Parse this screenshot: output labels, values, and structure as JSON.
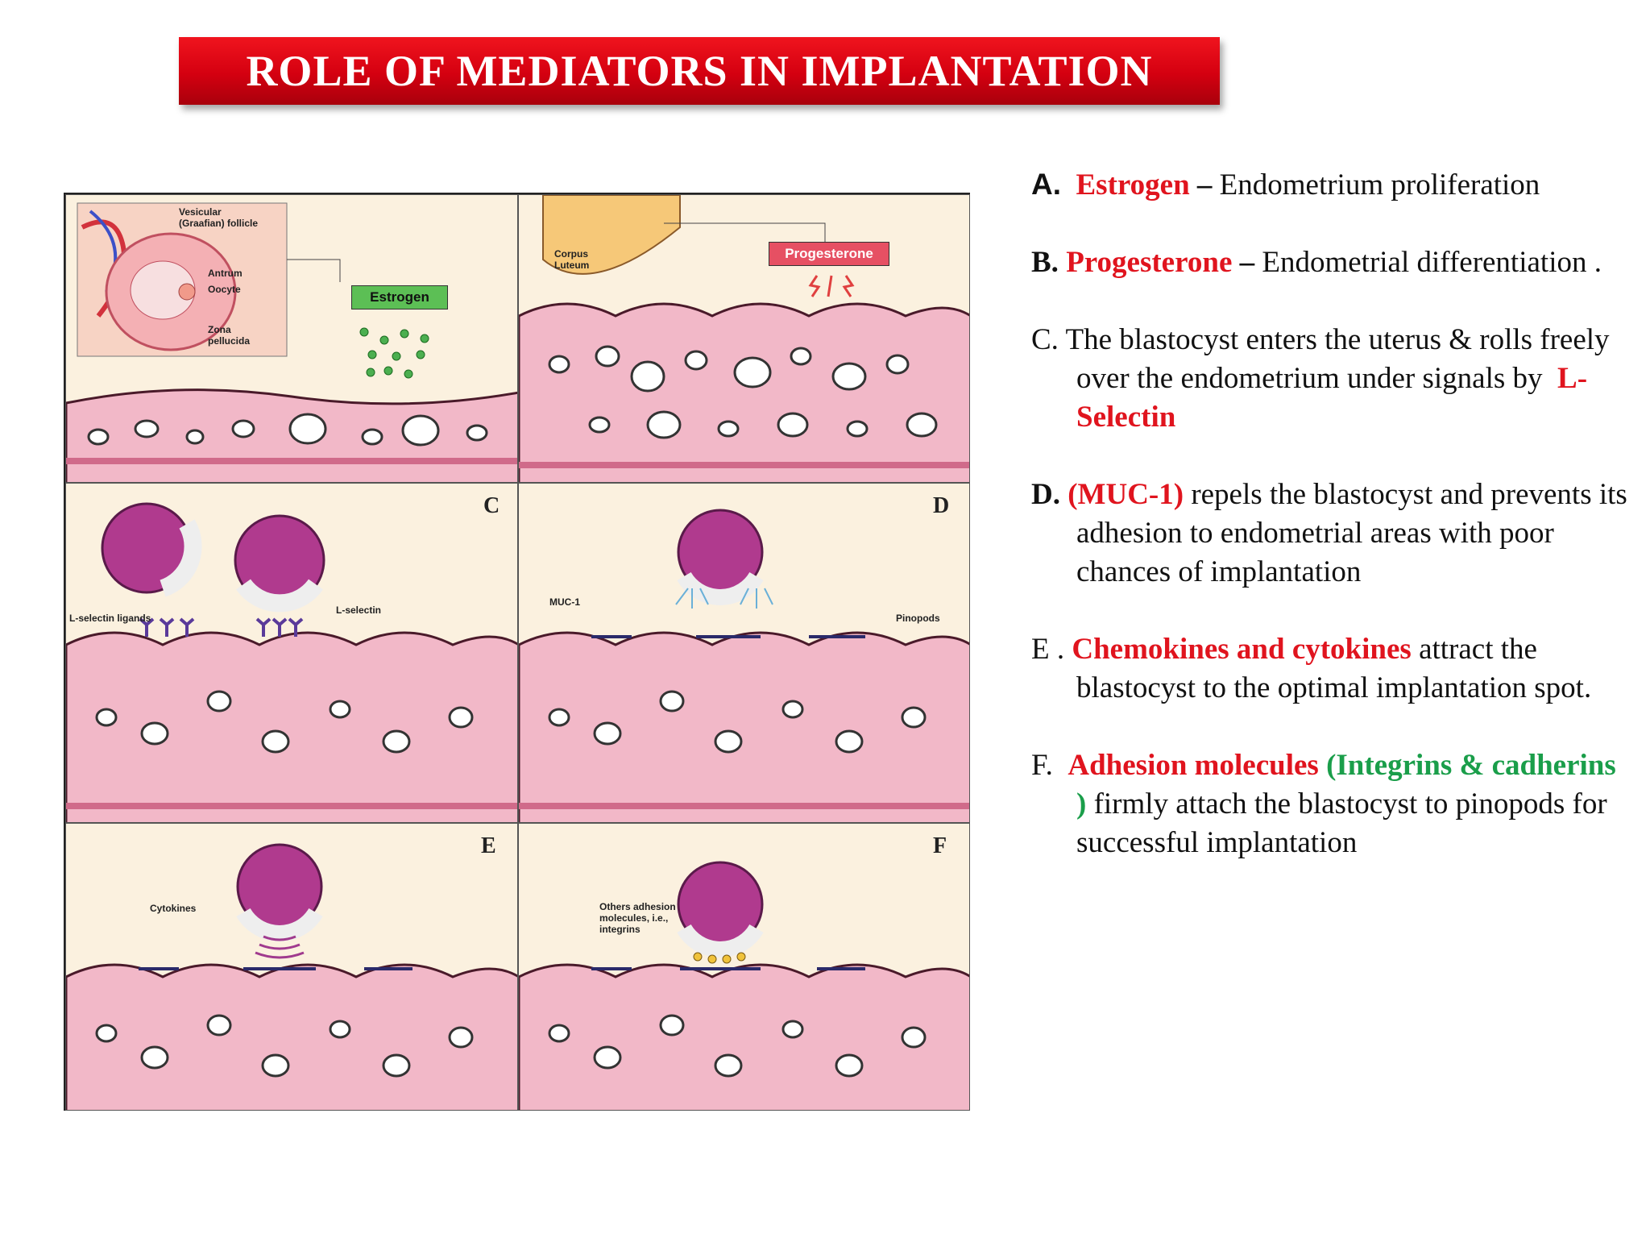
{
  "title": "ROLE OF MEDIATORS IN IMPLANTATION",
  "figure": {
    "panel_letters": [
      "C",
      "D",
      "E",
      "F"
    ],
    "labels": {
      "vesicular": "Vesicular (Graafian) follicle",
      "antrum": "Antrum",
      "oocyte": "Oocyte",
      "zona": "Zona pellucida",
      "estrogen": "Estrogen",
      "corpus": "Corpus Luteum",
      "progesterone": "Progesterone",
      "lselectin_ligands": "L-selectin ligands",
      "lselectin": "L-selectin",
      "muc1": "MUC-1",
      "pinopods": "Pinopods",
      "cytokines": "Cytokines",
      "adhesion": "Others adhesion molecules, i.e., integrins"
    }
  },
  "items": {
    "a": {
      "letter": "A.",
      "key": "Estrogen",
      "sep": " – ",
      "rest": "Endometrium proliferation"
    },
    "b": {
      "letter": "B.",
      "key": "Progesterone",
      "sep": " – ",
      "rest": "Endometrial differentiation ."
    },
    "c": {
      "text": "C. The blastocyst enters the uterus & rolls freely over the endometrium under signals by",
      "key": "L- Selectin"
    },
    "d": {
      "letter": "D.",
      "key": "(MUC-1)",
      "rest": "repels the blastocyst and prevents its adhesion to endometrial areas with poor chances of implantation"
    },
    "e": {
      "letter": "E .",
      "key": "Chemokines and cytokines",
      "rest": "attract the blastocyst to the optimal implantation spot."
    },
    "f": {
      "letter": "F.",
      "key": "Adhesion molecules",
      "green": "(Integrins & cadherins )",
      "rest": "firmly attach the blastocyst to pinopods for successful implantation"
    }
  },
  "colors": {
    "title_bg": "#d40010",
    "key_red": "#e0141e",
    "key_green": "#1a9e4a",
    "tissue_pink": "#f2b8c8",
    "blastocyst_purple": "#b03a8e"
  }
}
